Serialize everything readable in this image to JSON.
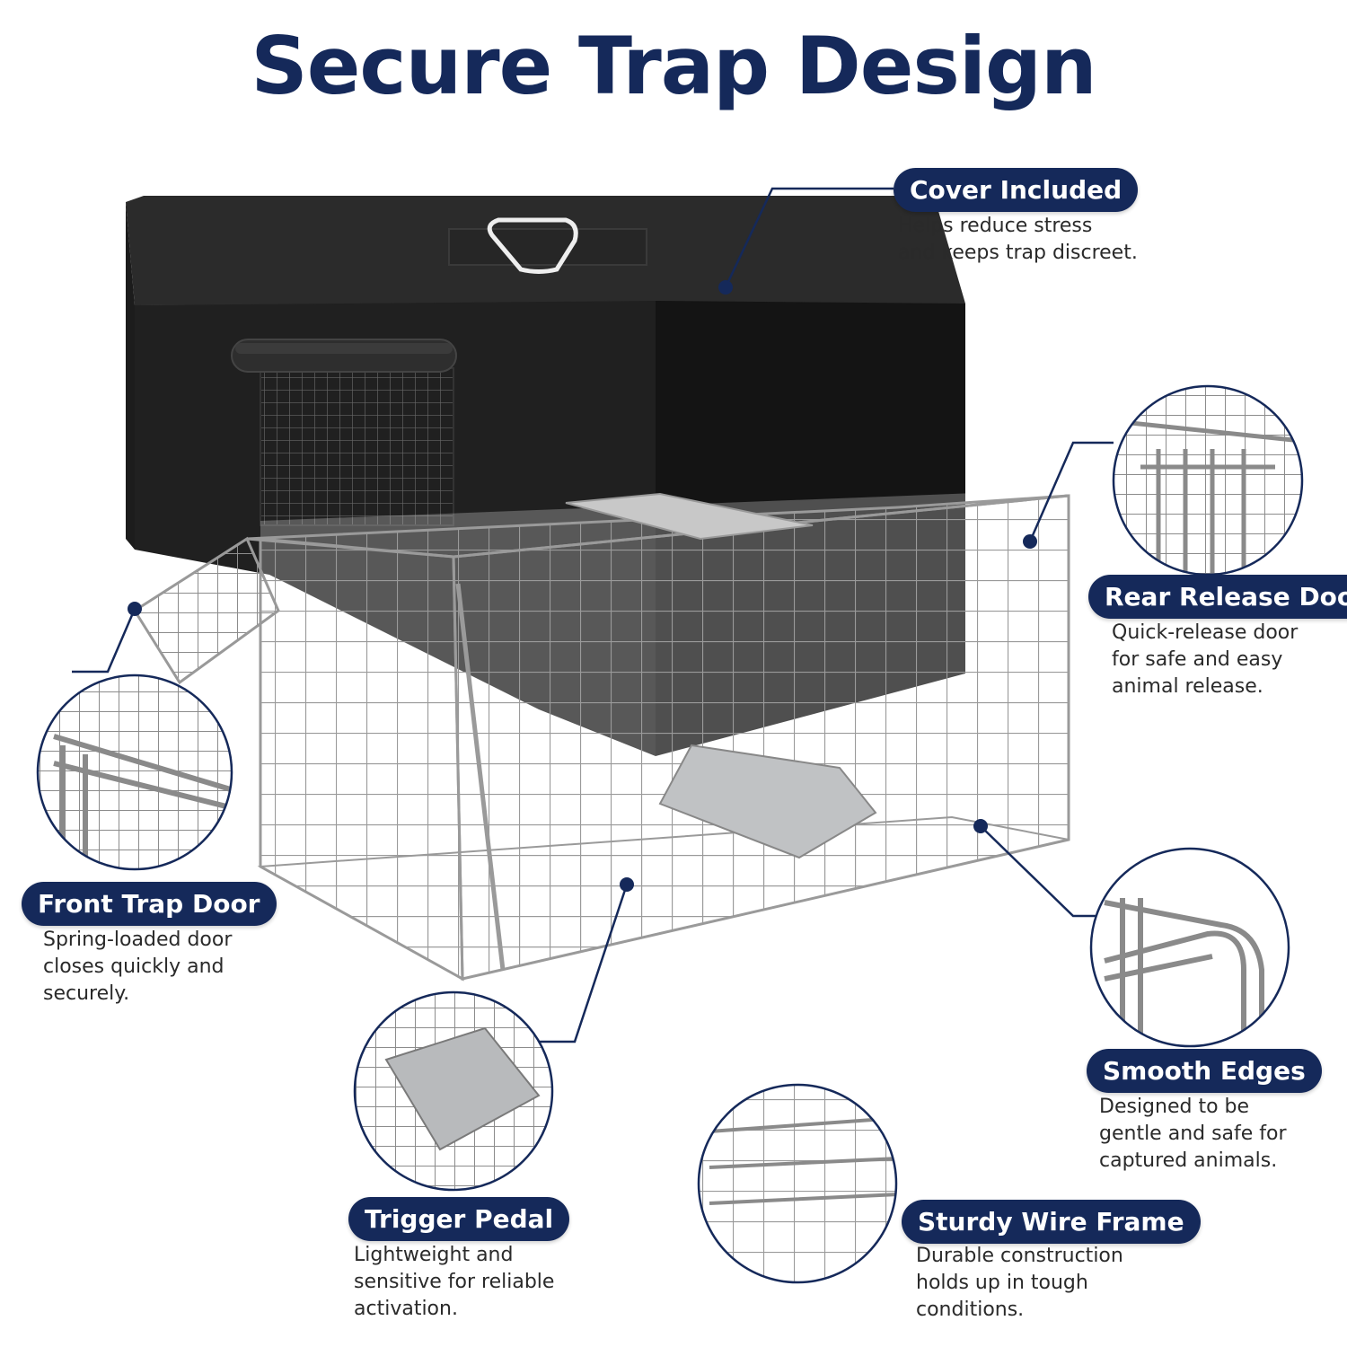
{
  "title": "Secure Trap Design",
  "features": {
    "cover": {
      "label": "Cover Included",
      "lines": [
        "Helps reduce stress",
        "and keeps trap discreet."
      ]
    },
    "rear_door": {
      "label": "Rear Release Door",
      "lines": [
        "Quick-release door",
        "for safe and easy",
        "animal release."
      ]
    },
    "front_door": {
      "label": "Front Trap Door",
      "lines": [
        "Spring-loaded door",
        "closes quickly and",
        "securely."
      ]
    },
    "smooth_edges": {
      "label": "Smooth Edges",
      "lines": [
        "Designed to be",
        "gentle and safe for",
        "captured animals."
      ]
    },
    "trigger": {
      "label": "Trigger Pedal",
      "lines": [
        "Lightweight and",
        "sensitive for reliable",
        "activation."
      ]
    },
    "frame": {
      "label": "Sturdy Wire Frame",
      "lines": [
        "Durable construction",
        "holds up in tough",
        "conditions."
      ]
    }
  },
  "colors": {
    "navy": "#15295a",
    "cover": "#1e1e1e",
    "wire": "#a8a8a8"
  }
}
